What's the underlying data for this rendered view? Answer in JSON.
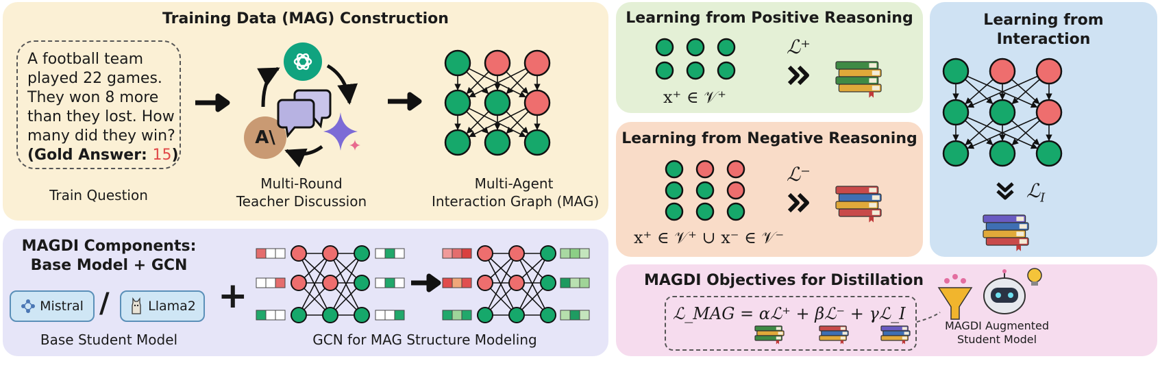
{
  "colors": {
    "green": "#16a86b",
    "red": "#ee6e6e",
    "dark": "#111111",
    "panel_yellow": "#fbf0d5",
    "panel_green": "#e4f0d6",
    "panel_orange": "#f9dcc8",
    "panel_blue": "#cfe2f3",
    "panel_purple": "#e6e5f8",
    "panel_pink": "#f6dcee"
  },
  "training": {
    "title": "Training Data (MAG) Construction",
    "question_lines": [
      "A football team",
      "played 22 games.",
      "They won 8 more",
      "than they lost. How",
      "many did they win?"
    ],
    "gold_prefix": "(Gold Answer: ",
    "gold_value": "15",
    "gold_suffix": ")",
    "question_caption": "Train Question",
    "discussion_caption_1": "Multi-Round",
    "discussion_caption_2": "Teacher Discussion",
    "mag_caption_1": "Multi-Agent",
    "mag_caption_2": "Interaction Graph (MAG)",
    "anthropic_logo": "A\\",
    "mag_grid": [
      [
        "g",
        "r",
        "r"
      ],
      [
        "g",
        "g",
        "r"
      ],
      [
        "g",
        "g",
        "g"
      ]
    ]
  },
  "positive": {
    "title": "Learning from Positive Reasoning",
    "loss": "ℒ⁺",
    "set": "x⁺ ∈ 𝒱⁺",
    "grid": [
      [
        "g",
        "g",
        "g"
      ],
      [
        "g",
        "g",
        "g"
      ]
    ]
  },
  "negative": {
    "title": "Learning from Negative Reasoning",
    "loss": "ℒ⁻",
    "set": "x⁺ ∈ 𝒱⁺ ∪ x⁻ ∈ 𝒱⁻",
    "grid": [
      [
        "g",
        "r",
        "r"
      ],
      [
        "g",
        "g",
        "r"
      ],
      [
        "g",
        "g",
        "g"
      ]
    ]
  },
  "interaction": {
    "title_1": "Learning",
    "title_2": "from",
    "title_3": "Interaction",
    "loss": "ℒ",
    "loss_sub": "I",
    "grid": [
      [
        "g",
        "r",
        "r"
      ],
      [
        "g",
        "g",
        "r"
      ],
      [
        "g",
        "g",
        "g"
      ]
    ]
  },
  "components": {
    "title_1": "MAGDI Components:",
    "title_2": "Base Model + GCN",
    "model_1": "Mistral",
    "separator": "/",
    "model_2": "Llama2",
    "base_caption": "Base Student Model",
    "plus": "+",
    "gcn_caption": "GCN for MAG Structure Modeling"
  },
  "objectives": {
    "title": "MAGDI Objectives for Distillation",
    "formula": "ℒ_MAG = αℒ⁺ + βℒ⁻ + γℒ_I",
    "student_caption_1": "MAGDI Augmented",
    "student_caption_2": "Student Model"
  }
}
